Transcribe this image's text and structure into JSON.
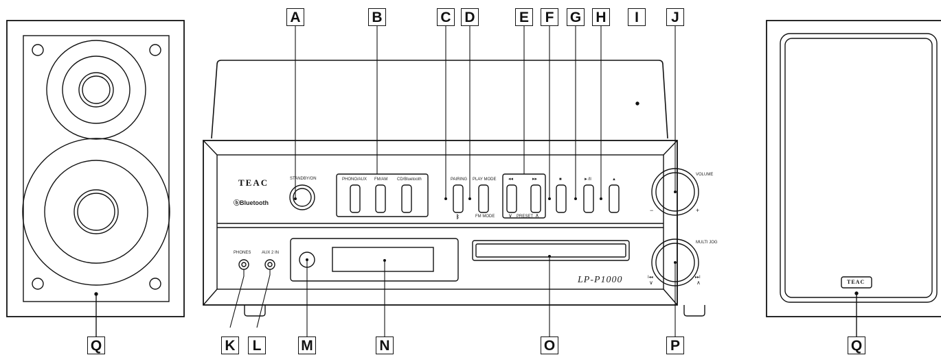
{
  "callouts": {
    "A": "A",
    "B": "B",
    "C": "C",
    "D": "D",
    "E": "E",
    "F": "F",
    "G": "G",
    "H": "H",
    "I": "I",
    "J": "J",
    "K": "K",
    "L": "L",
    "M": "M",
    "N": "N",
    "O": "O",
    "P": "P",
    "Q": "Q"
  },
  "front_panel": {
    "brand": "TEAC",
    "bluetooth_label": "Bluetooth",
    "standby_label": "STANDBY/ON",
    "source_labels": [
      "PHONO/AUX",
      "FM/AM",
      "CD/Bluetooth"
    ],
    "pairing_label": "PAIRING",
    "play_mode_label": "PLAY MODE",
    "fm_mode_label": "FM MODE",
    "rewind_label": "◂◂",
    "forward_label": "▸▸",
    "preset_label": "PRESET",
    "preset_down": "∨",
    "preset_up": "∧",
    "stop_label": "■",
    "play_pause_label": "►/II",
    "eject_label": "▲",
    "volume_label": "VOLUME",
    "volume_minus": "−",
    "volume_plus": "+",
    "phones_label": "PHONES",
    "aux2_label": "AUX 2 IN",
    "multi_jog_label": "MULTI JOG",
    "skip_back_label": "I◂◂",
    "skip_fwd_label": "▸▸I",
    "jog_down": "∨",
    "jog_up": "∧",
    "model": "LP-P1000"
  },
  "right_speaker": {
    "brand": "TEAC"
  },
  "colors": {
    "line": "#111111",
    "background": "#ffffff"
  }
}
